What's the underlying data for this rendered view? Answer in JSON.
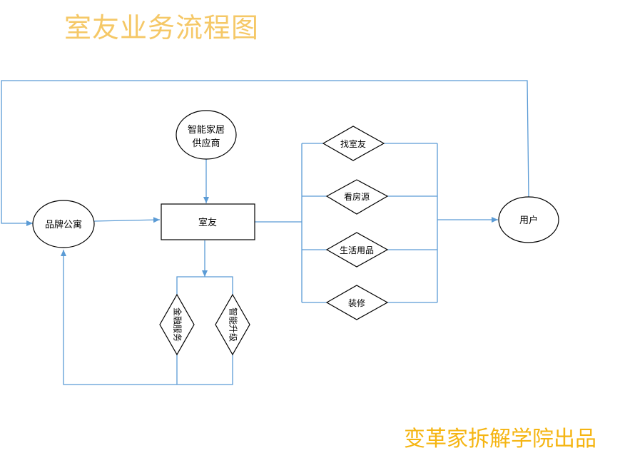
{
  "title": "室友业务流程图",
  "footer": "变革家拆解学院出品",
  "colors": {
    "title": "#f5c867",
    "footer": "#f5b512",
    "connector": "#5b9bd5",
    "shape_stroke": "#000000"
  },
  "nodes": {
    "brand_apartment": "品牌公寓",
    "smart_home_supplier_line1": "智能家居",
    "smart_home_supplier_line2": "供应商",
    "roommate": "室友",
    "user": "用户",
    "find_roommate": "找室友",
    "view_listings": "看房源",
    "daily_goods": "生活用品",
    "decoration": "装修",
    "financial_services": "金融服务",
    "smart_upgrade": "智能升级"
  }
}
